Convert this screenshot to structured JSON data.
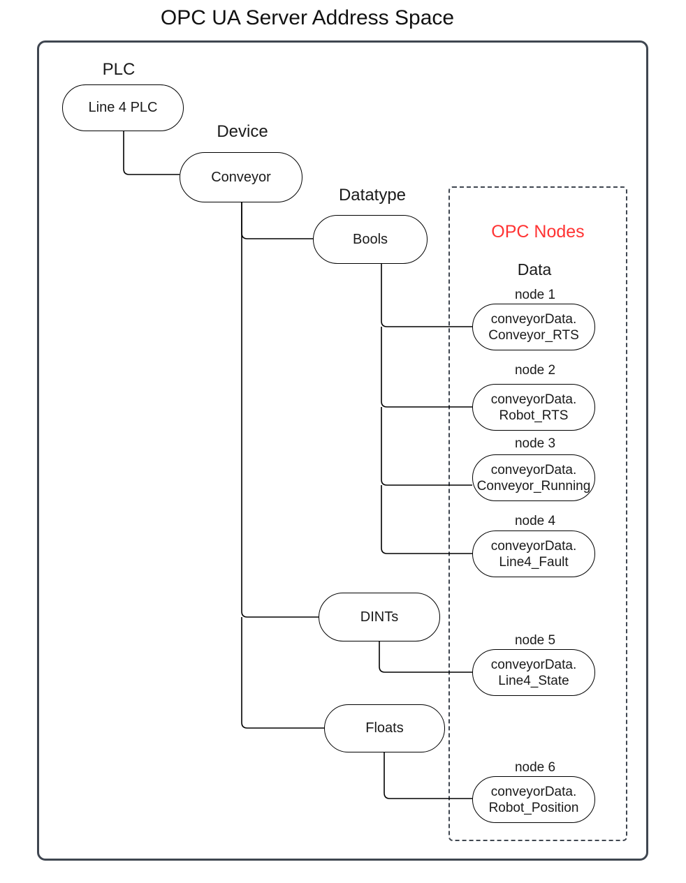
{
  "title": "OPC UA Server Address Space",
  "colors": {
    "opc_nodes_red": "#ff3333",
    "border_stroke": "#3f4650",
    "shape_stroke": "#000000"
  },
  "tree": {
    "plc": {
      "label": "PLC",
      "node": "Line 4 PLC"
    },
    "device": {
      "label": "Device",
      "node": "Conveyor"
    },
    "datatype": {
      "label": "Datatype",
      "types": [
        "Bools",
        "DINTs",
        "Floats"
      ]
    }
  },
  "opc_nodes": {
    "title": "OPC Nodes",
    "group": "Data",
    "nodes": [
      {
        "name": "node 1",
        "line1": "conveyorData.",
        "line2": "Conveyor_RTS"
      },
      {
        "name": "node 2",
        "line1": "conveyorData.",
        "line2": "Robot_RTS"
      },
      {
        "name": "node 3",
        "line1": "conveyorData.",
        "line2": "Conveyor_Running"
      },
      {
        "name": "node 4",
        "line1": "conveyorData.",
        "line2": "Line4_Fault"
      },
      {
        "name": "node 5",
        "line1": "conveyorData.",
        "line2": "Line4_State"
      },
      {
        "name": "node 6",
        "line1": "conveyorData.",
        "line2": "Robot_Position"
      }
    ]
  }
}
